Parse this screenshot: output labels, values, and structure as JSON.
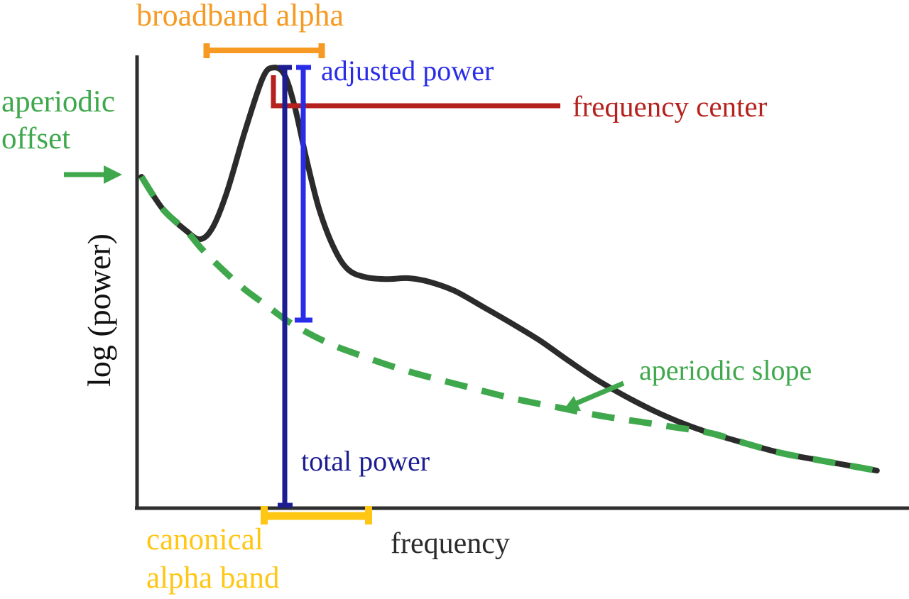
{
  "figure": {
    "background": "#ffffff",
    "axis_color": "#2e2e2e",
    "axis_label_color": "#2b2b2b",
    "ylabel_color": "#111111"
  },
  "chart_data": {
    "type": "line",
    "title": "",
    "xlabel": "frequency",
    "ylabel": "log (power)",
    "axes": {
      "ticks": "none",
      "x_units": "arbitrary (0-100, schematic)",
      "y_units": "arbitrary (0-100, schematic)",
      "grid": false
    },
    "series": [
      {
        "name": "power spectrum",
        "style": "solid",
        "color": "#2b2b2b",
        "x": [
          0.6,
          3.5,
          6.6,
          8.5,
          10.2,
          12.1,
          14.5,
          16.9,
          18.3,
          19.8,
          21.2,
          22.8,
          24.5,
          26.5,
          28.4,
          30.8,
          33.6,
          36.5,
          39.3,
          42.7,
          46.5,
          50.3,
          54.2,
          58.0,
          61.8,
          65.6,
          69.4,
          73.3,
          77.1,
          81.9,
          86.6,
          91.4,
          96.2,
          99.5
        ],
        "y": [
          73.5,
          66.3,
          61.6,
          59.7,
          62.4,
          70.2,
          83.5,
          95.3,
          97.6,
          96.1,
          89.0,
          77.3,
          66.3,
          57.7,
          53.0,
          51.3,
          50.9,
          51.1,
          50.3,
          48.3,
          44.8,
          41.2,
          37.3,
          32.9,
          28.7,
          25.1,
          21.9,
          19.1,
          16.9,
          14.6,
          12.5,
          11.0,
          9.6,
          8.6
        ]
      },
      {
        "name": "aperiodic fit",
        "style": "dashed",
        "color": "#3fa84c",
        "x": [
          0.6,
          3.5,
          6.6,
          8.8,
          11.7,
          14.5,
          17.4,
          20.2,
          23.1,
          26.5,
          29.8,
          33.6,
          37.4,
          41.3,
          45.1,
          48.9,
          52.7,
          56.5,
          60.4,
          64.2,
          68.0,
          71.8,
          77.1,
          81.9,
          86.6,
          91.4,
          96.2,
          99.5
        ],
        "y": [
          73.5,
          66.3,
          61.6,
          57.4,
          52.7,
          48.6,
          45.1,
          41.7,
          38.9,
          36.2,
          34.2,
          32.0,
          30.1,
          28.4,
          26.8,
          25.2,
          23.8,
          22.6,
          21.3,
          20.2,
          19.3,
          18.3,
          16.9,
          14.6,
          12.5,
          11.0,
          9.6,
          8.6
        ]
      }
    ],
    "annotations": [
      {
        "label": "broadband alpha",
        "color": "#f69a23",
        "type": "bracket",
        "location": "top, spanning the broad alpha peak"
      },
      {
        "label": "adjusted power",
        "color": "#2a2de8",
        "type": "measure-line",
        "location": "from peak top down to aperiodic fit"
      },
      {
        "label": "frequency center",
        "color": "#b5211d",
        "type": "callout-line",
        "location": "from alpha peak extending right"
      },
      {
        "label": "aperiodic offset",
        "lines": [
          "aperiodic",
          "offset"
        ],
        "color": "#3fa84c",
        "type": "arrow",
        "location": "left, pointing at spectrum start on y-axis"
      },
      {
        "label": "aperiodic slope",
        "color": "#3fa84c",
        "type": "arrow",
        "location": "pointing at dashed aperiodic fit"
      },
      {
        "label": "total power",
        "color": "#1b1d91",
        "type": "measure-line",
        "location": "from peak top down to x-axis"
      },
      {
        "label": "canonical alpha band",
        "lines": [
          "canonical",
          "alpha band"
        ],
        "color": "#ffc613",
        "type": "bracket",
        "location": "below x-axis under the alpha peak"
      }
    ]
  }
}
